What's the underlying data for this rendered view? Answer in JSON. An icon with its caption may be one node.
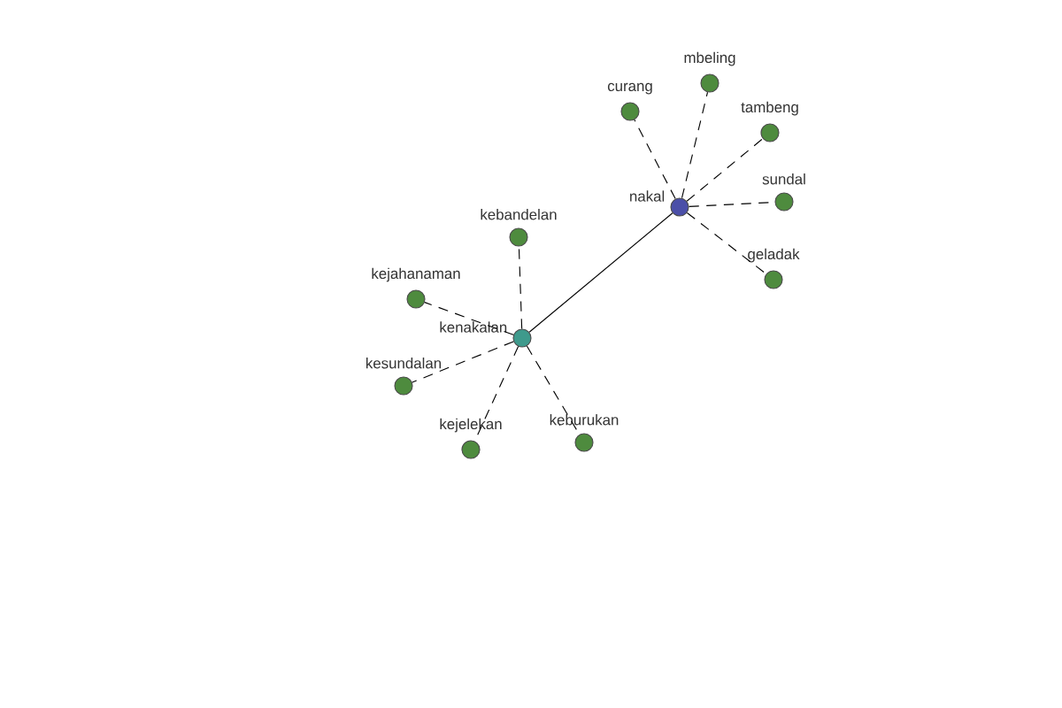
{
  "diagram": {
    "nodes": [
      {
        "text": [
          "mbeling"
        ]
      },
      {
        "text": [
          "curang"
        ]
      },
      {
        "text": [
          "tambeng"
        ]
      },
      {
        "text": [
          "sundal"
        ]
      },
      {
        "text": [
          "nakal"
        ]
      },
      {
        "text": [
          "geladak"
        ]
      },
      {
        "text": [
          "kebandelan"
        ]
      },
      {
        "text": [
          "kejahanaman"
        ]
      },
      {
        "text": [
          "kenakalan"
        ]
      },
      {
        "text": [
          "kesundalan"
        ]
      },
      {
        "text": [
          "keburukan"
        ]
      },
      {
        "text": [
          "kejelekan"
        ]
      }
    ],
    "edges": [
      {
        "from": 4,
        "to": 1,
        "arrow": "none",
        "style": "dashed"
      },
      {
        "from": 4,
        "to": 0,
        "arrow": "none",
        "style": "dashed"
      },
      {
        "from": 4,
        "to": 2,
        "arrow": "none",
        "style": "dashed"
      },
      {
        "from": 4,
        "to": 3,
        "arrow": "none",
        "style": "dashed"
      },
      {
        "from": 4,
        "to": 5,
        "arrow": "none",
        "style": "dashed"
      },
      {
        "from": 4,
        "to": 8,
        "arrow": "none"
      },
      {
        "from": 8,
        "to": 6,
        "arrow": "none",
        "style": "dashed"
      },
      {
        "from": 8,
        "to": 7,
        "arrow": "none",
        "style": "dashed"
      },
      {
        "from": 8,
        "to": 9,
        "arrow": "none",
        "style": "dashed"
      },
      {
        "from": 8,
        "to": 11,
        "arrow": "none",
        "style": "dashed"
      },
      {
        "from": 8,
        "to": 10,
        "arrow": "none",
        "style": "dashed"
      }
    ]
  }
}
